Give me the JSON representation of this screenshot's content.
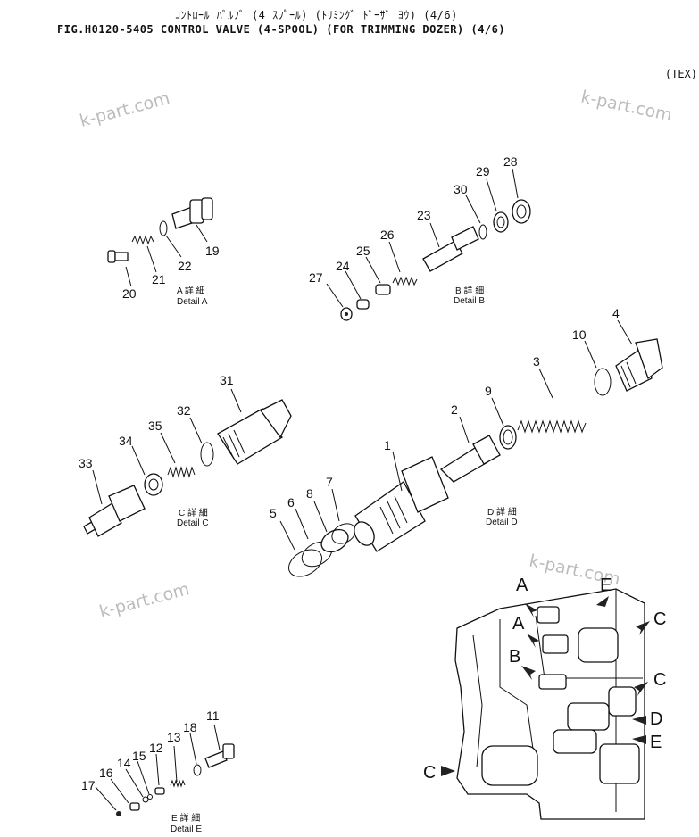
{
  "header": {
    "title_jp": "ｺﾝﾄﾛｰﾙ ﾊﾞﾙﾌﾞ (4 ｽﾌﾟｰﾙ) (ﾄﾘﾐﾝｸﾞ ﾄﾞｰｻﾞ ﾖｳ) (4/6)",
    "title_en": "FIG.H0120-5405  CONTROL VALVE (4-SPOOL) (FOR TRIMMING DOZER) (4/6)",
    "tag": "(TEX)"
  },
  "watermark": "k-part.com",
  "details": {
    "a": {
      "jp": "A 詳 細",
      "en": "Detail A"
    },
    "b": {
      "jp": "B 詳 細",
      "en": "Detail B"
    },
    "c": {
      "jp": "C 詳 細",
      "en": "Detail C"
    },
    "d": {
      "jp": "D 詳 細",
      "en": "Detail D"
    },
    "e": {
      "jp": "E 詳 細",
      "en": "Detail E"
    }
  },
  "part_numbers": {
    "p1": "1",
    "p2": "2",
    "p3": "3",
    "p4": "4",
    "p5": "5",
    "p6": "6",
    "p7": "7",
    "p8": "8",
    "p9": "9",
    "p10": "10",
    "p11": "11",
    "p12": "12",
    "p13": "13",
    "p14": "14",
    "p15": "15",
    "p16": "16",
    "p17": "17",
    "p18": "18",
    "p19": "19",
    "p20": "20",
    "p21": "21",
    "p22": "22",
    "p23": "23",
    "p24": "24",
    "p25": "25",
    "p26": "26",
    "p27": "27",
    "p28": "28",
    "p29": "29",
    "p30": "30",
    "p31": "31",
    "p32": "32",
    "p33": "33",
    "p34": "34",
    "p35": "35"
  },
  "callouts": {
    "a1": "A",
    "a2": "A",
    "b": "B",
    "c1": "C",
    "c2": "C",
    "c3": "C",
    "d": "D",
    "e1": "E",
    "e2": "E"
  }
}
